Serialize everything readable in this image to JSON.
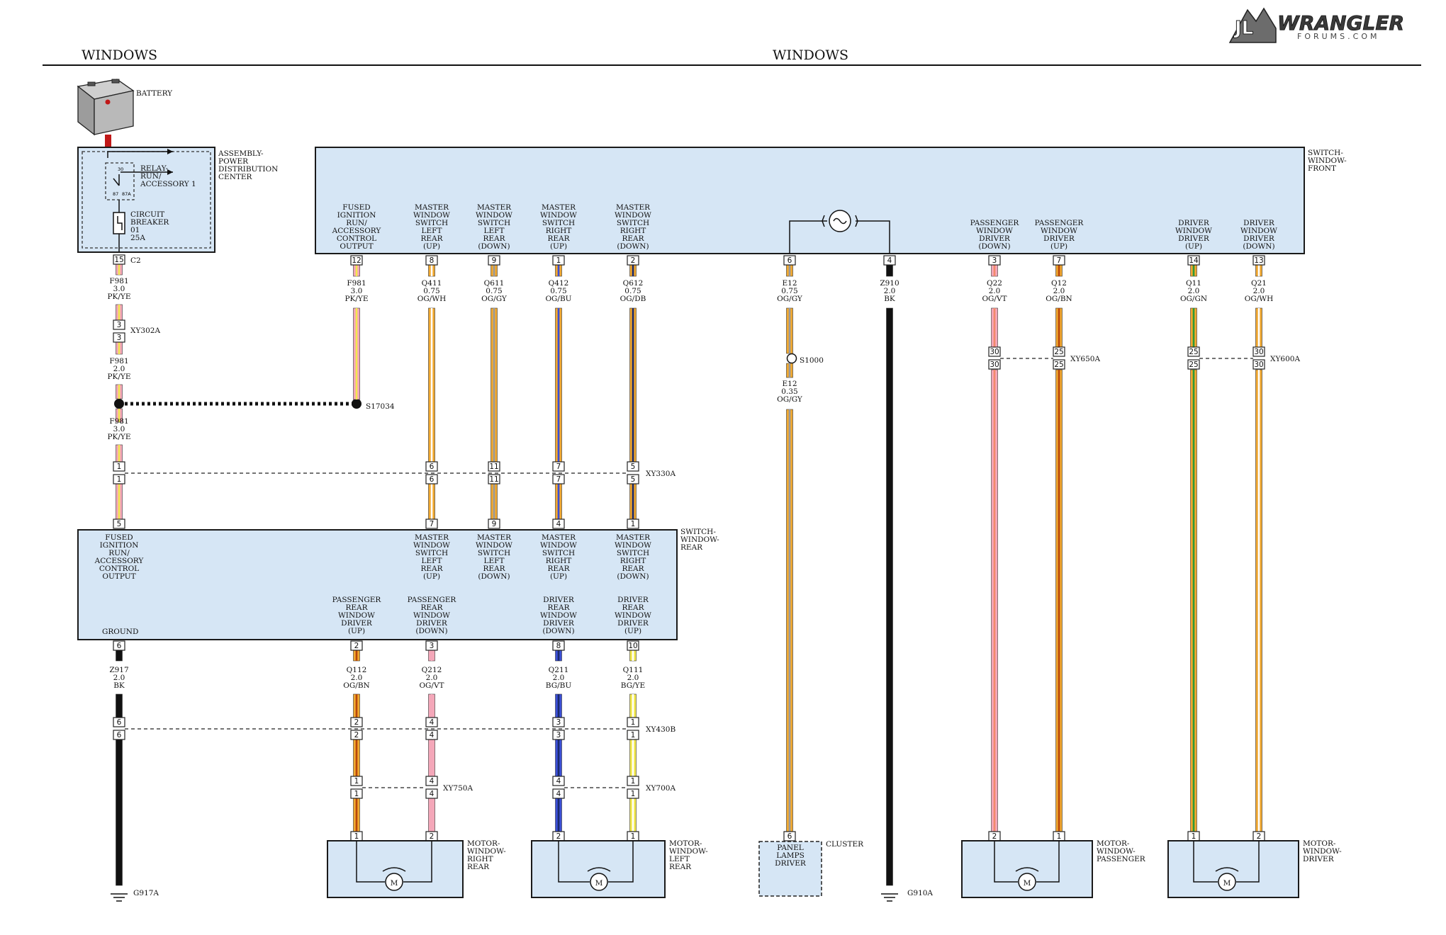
{
  "page": {
    "title_left": "WINDOWS",
    "title_center": "WINDOWS",
    "logo_main": "WRANGLER",
    "logo_sub": "FORUMS.COM",
    "logo_badge": "JL"
  },
  "colors": {
    "box_fill": "#d6e6f5",
    "pk": "#f4a7b9",
    "ye": "#f2e84c",
    "og": "#f0a830",
    "wh": "#ffffff",
    "gy": "#9a9a9a",
    "bu": "#3b4fd6",
    "db": "#1b2a6e",
    "gn": "#2e9a35",
    "vt": "#f28a6a",
    "bn": "#b8460a",
    "bk": "#111111",
    "rd": "#c01818"
  },
  "battery": {
    "label": "BATTERY"
  },
  "pdc": {
    "label": [
      "ASSEMBLY-",
      "POWER",
      "DISTRIBUTION",
      "CENTER"
    ],
    "relay": [
      "RELAY-",
      "RUN/",
      "ACCESSORY 1"
    ],
    "relay_pins": [
      "30",
      "87",
      "87A"
    ],
    "breaker": [
      "CIRCUIT",
      "BREAKER",
      "01",
      "25A"
    ],
    "connector": "C2",
    "pin": "15"
  },
  "front_switch": {
    "label": [
      "SWITCH-",
      "WINDOW-",
      "FRONT"
    ],
    "left_cols": [
      {
        "label": [
          "FUSED",
          "IGNITION",
          "RUN/",
          "ACCESSORY",
          "CONTROL",
          "OUTPUT"
        ],
        "pin": "12",
        "wire": [
          "F981",
          "3.0",
          "PK/YE"
        ]
      },
      {
        "label": [
          "MASTER",
          "WINDOW",
          "SWITCH",
          "LEFT",
          "REAR",
          "(UP)"
        ],
        "pin": "8",
        "wire": [
          "Q411",
          "0.75",
          "OG/WH"
        ]
      },
      {
        "label": [
          "MASTER",
          "WINDOW",
          "SWITCH",
          "LEFT",
          "REAR",
          "(DOWN)"
        ],
        "pin": "9",
        "wire": [
          "Q611",
          "0.75",
          "OG/GY"
        ]
      },
      {
        "label": [
          "MASTER",
          "WINDOW",
          "SWITCH",
          "RIGHT",
          "REAR",
          "(UP)"
        ],
        "pin": "1",
        "wire": [
          "Q412",
          "0.75",
          "OG/BU"
        ]
      },
      {
        "label": [
          "MASTER",
          "WINDOW",
          "SWITCH",
          "RIGHT",
          "REAR",
          "(DOWN)"
        ],
        "pin": "2",
        "wire": [
          "Q612",
          "0.75",
          "OG/DB"
        ]
      }
    ],
    "lamp_pins": [
      {
        "pin": "6",
        "wire": [
          "E12",
          "0.75",
          "OG/GY"
        ]
      },
      {
        "pin": "4",
        "wire": [
          "Z910",
          "2.0",
          "BK"
        ]
      }
    ],
    "right_cols": [
      {
        "label": [
          "PASSENGER",
          "WINDOW",
          "DRIVER",
          "(DOWN)"
        ],
        "pin": "3",
        "wire": [
          "Q22",
          "2.0",
          "OG/VT"
        ]
      },
      {
        "label": [
          "PASSENGER",
          "WINDOW",
          "DRIVER",
          "(UP)"
        ],
        "pin": "7",
        "wire": [
          "Q12",
          "2.0",
          "OG/BN"
        ]
      },
      {
        "label": [
          "DRIVER",
          "WINDOW",
          "DRIVER",
          "(UP)"
        ],
        "pin": "14",
        "wire": [
          "Q11",
          "2.0",
          "OG/GN"
        ]
      },
      {
        "label": [
          "DRIVER",
          "WINDOW",
          "DRIVER",
          "(DOWN)"
        ],
        "pin": "13",
        "wire": [
          "Q21",
          "2.0",
          "OG/WH"
        ]
      }
    ]
  },
  "supply": {
    "wire1": [
      "F981",
      "3.0",
      "PK/YE"
    ],
    "xy302a": {
      "name": "XY302A",
      "top": "3",
      "bottom": "3"
    },
    "wire2": [
      "F981",
      "2.0",
      "PK/YE"
    ],
    "splice": "S17034",
    "wire3": [
      "F981",
      "3.0",
      "PK/YE"
    ]
  },
  "xy330a": {
    "name": "XY330A",
    "pins": [
      "1",
      "6",
      "11",
      "7",
      "5"
    ]
  },
  "rear_switch": {
    "label": [
      "SWITCH-",
      "WINDOW-",
      "REAR"
    ],
    "top_pins": [
      "5",
      "7",
      "9",
      "4",
      "1"
    ],
    "top_labels": [
      [
        "FUSED",
        "IGNITION",
        "RUN/",
        "ACCESSORY",
        "CONTROL",
        "OUTPUT"
      ],
      [
        "MASTER",
        "WINDOW",
        "SWITCH",
        "LEFT",
        "REAR",
        "(UP)"
      ],
      [
        "MASTER",
        "WINDOW",
        "SWITCH",
        "LEFT",
        "REAR",
        "(DOWN)"
      ],
      [
        "MASTER",
        "WINDOW",
        "SWITCH",
        "RIGHT",
        "REAR",
        "(UP)"
      ],
      [
        "MASTER",
        "WINDOW",
        "SWITCH",
        "RIGHT",
        "REAR",
        "(DOWN)"
      ]
    ],
    "ground_label": "GROUND",
    "bottom_labels": [
      [
        "PASSENGER",
        "REAR",
        "WINDOW",
        "DRIVER",
        "(UP)"
      ],
      [
        "PASSENGER",
        "REAR",
        "WINDOW",
        "DRIVER",
        "(DOWN)"
      ],
      [
        "DRIVER",
        "REAR",
        "WINDOW",
        "DRIVER",
        "(DOWN)"
      ],
      [
        "DRIVER",
        "REAR",
        "WINDOW",
        "DRIVER",
        "(UP)"
      ]
    ],
    "bottom_pins": [
      "6",
      "2",
      "3",
      "8",
      "10"
    ],
    "bottom_wires": [
      [
        "Z917",
        "2.0",
        "BK"
      ],
      [
        "Q112",
        "2.0",
        "OG/BN"
      ],
      [
        "Q212",
        "2.0",
        "OG/VT"
      ],
      [
        "Q211",
        "2.0",
        "BG/BU"
      ],
      [
        "Q111",
        "2.0",
        "BG/YE"
      ]
    ]
  },
  "xy430b": {
    "name": "XY430B",
    "top": [
      "6",
      "2",
      "4",
      "3",
      "1"
    ],
    "bottom": [
      "6",
      "2",
      "4",
      "3",
      "1"
    ]
  },
  "xy750a": {
    "name": "XY750A",
    "top": [
      "1",
      "4"
    ],
    "bottom": [
      "1",
      "4"
    ]
  },
  "xy700a": {
    "name": "XY700A",
    "top": [
      "4",
      "1"
    ],
    "bottom": [
      "4",
      "1"
    ]
  },
  "motors": {
    "right_rear": {
      "label": [
        "MOTOR-",
        "WINDOW-",
        "RIGHT",
        "REAR"
      ],
      "pins": [
        "1",
        "2"
      ]
    },
    "left_rear": {
      "label": [
        "MOTOR-",
        "WINDOW-",
        "LEFT",
        "REAR"
      ],
      "pins": [
        "2",
        "1"
      ]
    },
    "passenger": {
      "label": [
        "MOTOR-",
        "WINDOW-",
        "PASSENGER"
      ],
      "pins": [
        "2",
        "1"
      ]
    },
    "driver": {
      "label": [
        "MOTOR-",
        "WINDOW-",
        "DRIVER"
      ],
      "pins": [
        "1",
        "2"
      ]
    },
    "symbol": "M"
  },
  "lamp_circuit": {
    "splice": "S1000",
    "wire_after": [
      "E12",
      "0.35",
      "OG/GY"
    ],
    "cluster_pin": "6",
    "cluster_label": "CLUSTER",
    "cluster_inner": [
      "PANEL",
      "LAMPS",
      "DRIVER"
    ]
  },
  "passenger_xy": {
    "name": "XY650A",
    "top": [
      "30",
      "25"
    ],
    "bottom": [
      "30",
      "25"
    ]
  },
  "driver_xy": {
    "name": "XY600A",
    "top": [
      "25",
      "30"
    ],
    "bottom": [
      "25",
      "30"
    ]
  },
  "grounds": {
    "g917a": "G917A",
    "g910a": "G910A"
  }
}
